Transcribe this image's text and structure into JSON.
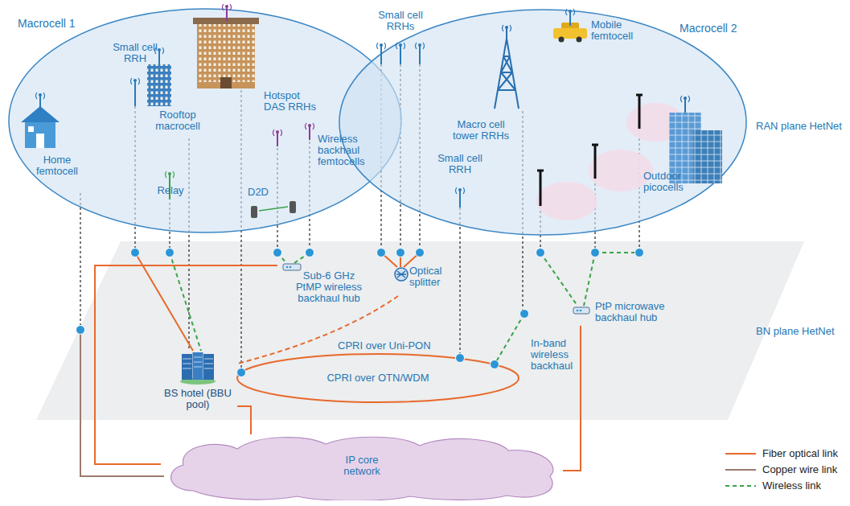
{
  "diagram": {
    "nodes": [
      {
        "text": [
          "Macrocell 1"
        ]
      },
      {
        "text": [
          "Macrocell 2"
        ]
      },
      {
        "text": [
          "Sub-6 GHz PtMP wireless backhaul hub"
        ]
      },
      {
        "text": [
          "Optical splitter"
        ]
      },
      {
        "text": [
          "PtP microwave backhaul hub"
        ]
      },
      {
        "text": [
          "BS hotel (BBU pool)"
        ]
      },
      {
        "text": [
          "IP core network"
        ]
      }
    ],
    "edges": [
      {
        "from": 2,
        "to": 6,
        "arrow": "none"
      },
      {
        "from": 3,
        "to": 5,
        "label": "CPRI over Uni-PON",
        "arrow": "none"
      },
      {
        "from": 5,
        "to": 6,
        "arrow": "none"
      },
      {
        "from": 4,
        "to": 6,
        "arrow": "none"
      }
    ],
    "labels": [
      "Home femtocell",
      "Small cell RRH",
      "Rooftop macrocell",
      "Relay",
      "Hotspot DAS RRHs",
      "Wireless backhaul femtocells",
      "D2D",
      "Small cell RRHs",
      "Mobile femtocell",
      "Macro cell tower RRHs",
      "Small cell RRH",
      "Outdoor picocells",
      "RAN plane HetNet",
      "BN plane HetNet",
      "CPRI over OTN/WDM",
      "In-band wireless backhaul"
    ],
    "legend": [
      {
        "text": "Fiber optical link"
      },
      {
        "text": "Copper wire link"
      },
      {
        "text": "Wireless link"
      }
    ]
  }
}
